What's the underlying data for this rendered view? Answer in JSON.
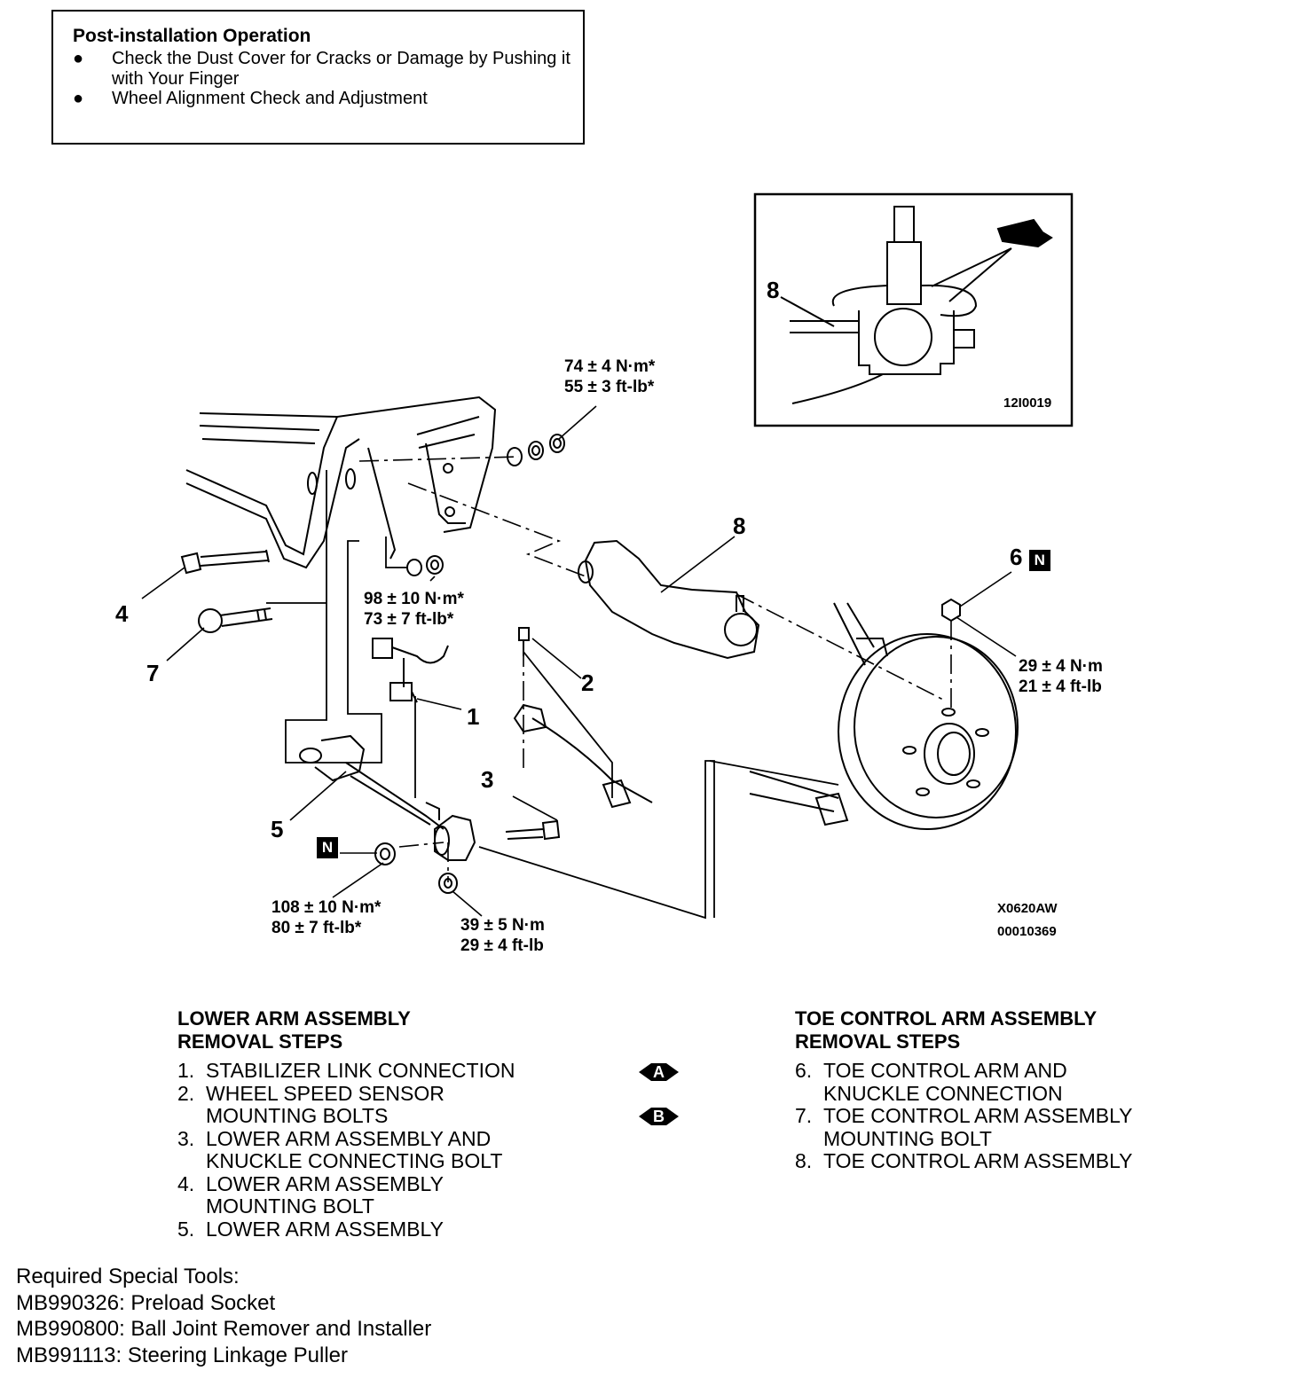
{
  "post_installation": {
    "title": "Post-installation Operation",
    "items": [
      "Check the Dust Cover for Cracks or Damage by Pushing it with Your Finger",
      "Wheel Alignment Check and Adjustment"
    ]
  },
  "diagram": {
    "inset_callout": "8",
    "inset_code": "12I0019",
    "callouts": {
      "c1": "1",
      "c2": "2",
      "c3": "3",
      "c4": "4",
      "c5": "5",
      "c6": "6",
      "c7": "7",
      "c8": "8"
    },
    "n_badge": "N",
    "torques": {
      "t1_line1": "74 ± 4 N·m*",
      "t1_line2": "55 ± 3 ft-lb*",
      "t2_line1": "98 ± 10 N·m*",
      "t2_line2": "73 ± 7 ft-lb*",
      "t3_line1": "29 ± 4 N·m",
      "t3_line2": "21 ± 4 ft-lb",
      "t4_line1": "108 ± 10 N·m*",
      "t4_line2": "80 ± 7 ft-lb*",
      "t5_line1": "39 ± 5 N·m",
      "t5_line2": "29 ± 4 ft-lb"
    },
    "code_1": "X0620AW",
    "code_2": "00010369"
  },
  "lower_arm": {
    "title_1": "LOWER ARM ASSEMBLY",
    "title_2": "REMOVAL STEPS",
    "steps": [
      {
        "num": "1.",
        "l1": "STABILIZER LINK CONNECTION",
        "l2": ""
      },
      {
        "num": "2.",
        "l1": "WHEEL SPEED SENSOR",
        "l2": "MOUNTING BOLTS"
      },
      {
        "num": "3.",
        "l1": "LOWER ARM ASSEMBLY AND",
        "l2": "KNUCKLE CONNECTING BOLT"
      },
      {
        "num": "4.",
        "l1": "LOWER ARM ASSEMBLY",
        "l2": "MOUNTING BOLT"
      },
      {
        "num": "5.",
        "l1": "LOWER ARM ASSEMBLY",
        "l2": ""
      }
    ]
  },
  "markers": {
    "a": "A",
    "b": "B"
  },
  "toe_control": {
    "title_1": "TOE CONTROL ARM ASSEMBLY",
    "title_2": "REMOVAL STEPS",
    "steps": [
      {
        "num": "6.",
        "l1": "TOE CONTROL ARM AND",
        "l2": "KNUCKLE CONNECTION"
      },
      {
        "num": "7.",
        "l1": "TOE CONTROL ARM ASSEMBLY",
        "l2": "MOUNTING BOLT"
      },
      {
        "num": "8.",
        "l1": "TOE CONTROL ARM ASSEMBLY",
        "l2": ""
      }
    ]
  },
  "tools": {
    "heading": "Required Special Tools:",
    "items": [
      "MB990326: Preload Socket",
      "MB990800: Ball Joint Remover and Installer",
      "MB991113: Steering Linkage Puller"
    ]
  }
}
